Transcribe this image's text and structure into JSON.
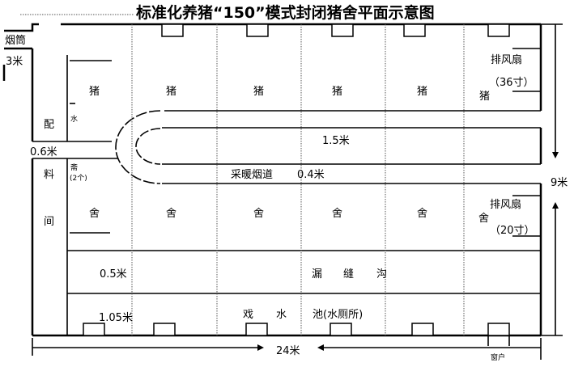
{
  "title": "标准化养猪“150”模式封闭猪舍平面示意图",
  "labels": {
    "chimney": "烟筒",
    "chimney_width": "3米",
    "feed_room": [
      "配",
      "料",
      "间"
    ],
    "water": "水",
    "trough": "斋",
    "trough_count": "(2个)",
    "corridor_width": "0.6米",
    "pig": "猪",
    "house": "舍",
    "flue_width": "1.5米",
    "heating_flue": "采暖烟道",
    "flue_gap": "0.4米",
    "fan_36": "排风扇",
    "fan_36_size": "（36寸）",
    "fan_20": "排风扇",
    "fan_20_size": "（20寸）",
    "width_total": "9米",
    "slot_width": "0.5米",
    "slot_ditch": [
      "漏",
      "缝",
      "沟"
    ],
    "pool_width": "1.05米",
    "pool": [
      "戏",
      "水",
      "池(水厕所)"
    ],
    "length_total": "24米",
    "window": "窗户"
  }
}
